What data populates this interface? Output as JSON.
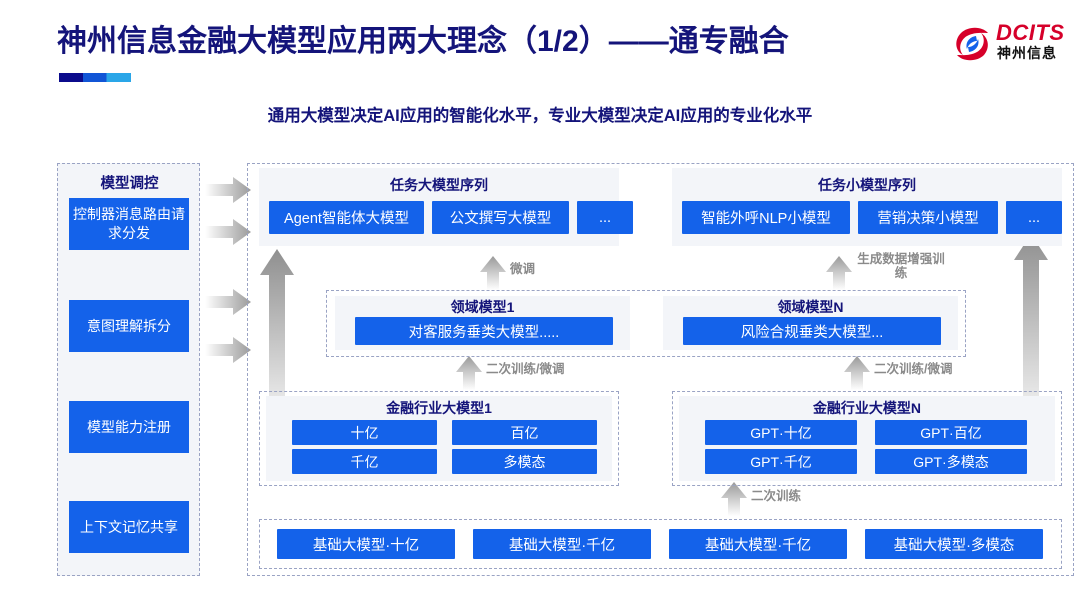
{
  "header": {
    "title": "神州信息金融大模型应用两大理念（1/2）——通专融合",
    "subtitle": "通用大模型决定AI应用的智能化水平，专业大模型决定AI应用的专业化水平",
    "logo_en": "DCITS",
    "logo_cn": "神州信息",
    "accent_navy": "#14147a",
    "accent_blue": "#1462ea",
    "logo_red": "#d6002a"
  },
  "sidebar": {
    "title": "模型调控",
    "items": [
      {
        "label": "控制器消息路由请求分发"
      },
      {
        "label": "意图理解拆分"
      },
      {
        "label": "模型能力注册"
      },
      {
        "label": "上下文记忆共享"
      }
    ]
  },
  "task_sequences": [
    {
      "title": "任务大模型序列",
      "boxes": [
        "Agent智能体大模型",
        "公文撰写大模型",
        "..."
      ]
    },
    {
      "title": "任务小模型序列",
      "boxes": [
        "智能外呼NLP小模型",
        "营销决策小模型",
        "..."
      ]
    }
  ],
  "domain_models": [
    {
      "title": "领域模型1",
      "box": "对客服务垂类大模型....."
    },
    {
      "title": "领域模型N",
      "box": "风险合规垂类大模型..."
    }
  ],
  "industry_models": [
    {
      "title": "金融行业大模型1",
      "boxes": [
        "十亿",
        "百亿",
        "千亿",
        "多模态"
      ]
    },
    {
      "title": "金融行业大模型N",
      "boxes": [
        "GPT·十亿",
        "GPT·百亿",
        "GPT·千亿",
        "GPT·多模态"
      ]
    }
  ],
  "base_models": {
    "boxes": [
      "基础大模型·十亿",
      "基础大模型·千亿",
      "基础大模型·千亿",
      "基础大模型·多模态"
    ]
  },
  "flow_labels": {
    "fine_tune": "微调",
    "data_aug": "生成数据增强训练",
    "retrain_left": "二次训练/微调",
    "retrain_right": "二次训练/微调",
    "retrain_bottom": "二次训练"
  }
}
